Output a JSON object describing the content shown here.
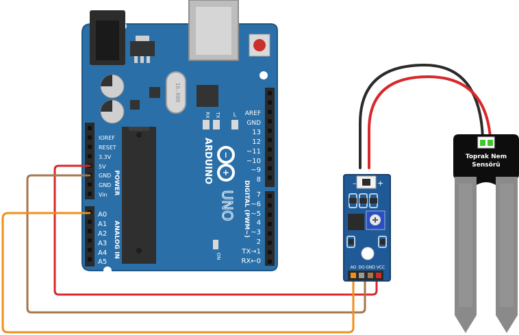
{
  "board": {
    "brand": "ARDUINO",
    "model": "UNO",
    "crystal": "16.000",
    "on_label": "ON",
    "l_label": "L",
    "tx_label": "TX",
    "rx_label": "RX",
    "power_title": "POWER",
    "analog_title": "ANALOG IN",
    "digital_title": "DIGITAL (PWM~)",
    "power_pins": [
      "IOREF",
      "RESET",
      "3.3V",
      "5V",
      "GND",
      "GND",
      "Vin"
    ],
    "analog_pins": [
      "A0",
      "A1",
      "A2",
      "A3",
      "A4",
      "A5"
    ],
    "digital_top": [
      "AREF",
      "GND",
      "13",
      "12",
      "~11",
      "~10",
      "~9",
      "8"
    ],
    "digital_bottom": [
      "7",
      "~6",
      "~5",
      "4",
      "~3",
      "2",
      "TX→1",
      "RX←0"
    ]
  },
  "module": {
    "pins": [
      "AO",
      "DO",
      "GND",
      "VCC"
    ],
    "minus": "–",
    "plus": "+"
  },
  "probe": {
    "label_line1": "Toprak Nem",
    "label_line2": "Sensörü"
  },
  "colors": {
    "board": "#2a6fa8",
    "wire_red": "#d9282a",
    "wire_brown": "#a5764a",
    "wire_orange": "#ef8f1c",
    "wire_black": "#2b2b2b",
    "module": "#1f5a97",
    "probe": "#888888"
  }
}
